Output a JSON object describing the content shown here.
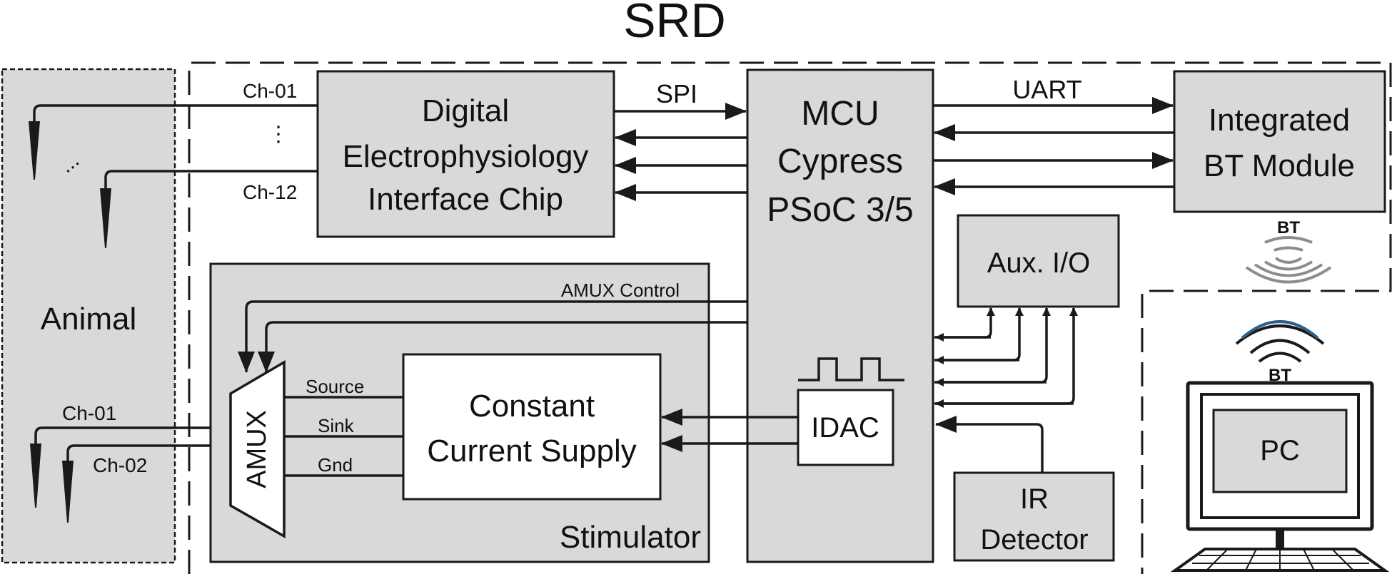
{
  "title": "SRD",
  "animal": {
    "label": "Animal"
  },
  "channels": {
    "top_first": "Ch-01",
    "top_last": "Ch-12",
    "bottom_first": "Ch-01",
    "bottom_second": "Ch-02"
  },
  "digital_chip": {
    "line1": "Digital",
    "line2": "Electrophysiology",
    "line3": "Interface Chip"
  },
  "mcu": {
    "line1": "MCU",
    "line2": "Cypress",
    "line3": "PSoC 3/5"
  },
  "bt_module": {
    "line1": "Integrated",
    "line2": "BT Module"
  },
  "buses": {
    "spi": "SPI",
    "uart": "UART"
  },
  "aux_io": {
    "label": "Aux. I/O"
  },
  "ir_detector": {
    "line1": "IR",
    "line2": "Detector"
  },
  "idac": {
    "label": "IDAC"
  },
  "stimulator": {
    "label": "Stimulator",
    "amux_control": "AMUX Control",
    "amux": "AMUX",
    "source": "Source",
    "sink": "Sink",
    "gnd": "Gnd"
  },
  "current_supply": {
    "line1": "Constant",
    "line2": "Current Supply"
  },
  "pc": {
    "label": "PC"
  },
  "bt_badges": {
    "device": "BT",
    "pc": "BT"
  },
  "colors": {
    "block_fill": "#d9d9d9",
    "stroke": "#1a1a1a",
    "wave_grey": "#8c8c8c",
    "wave_blue": "#2e5f8a"
  }
}
